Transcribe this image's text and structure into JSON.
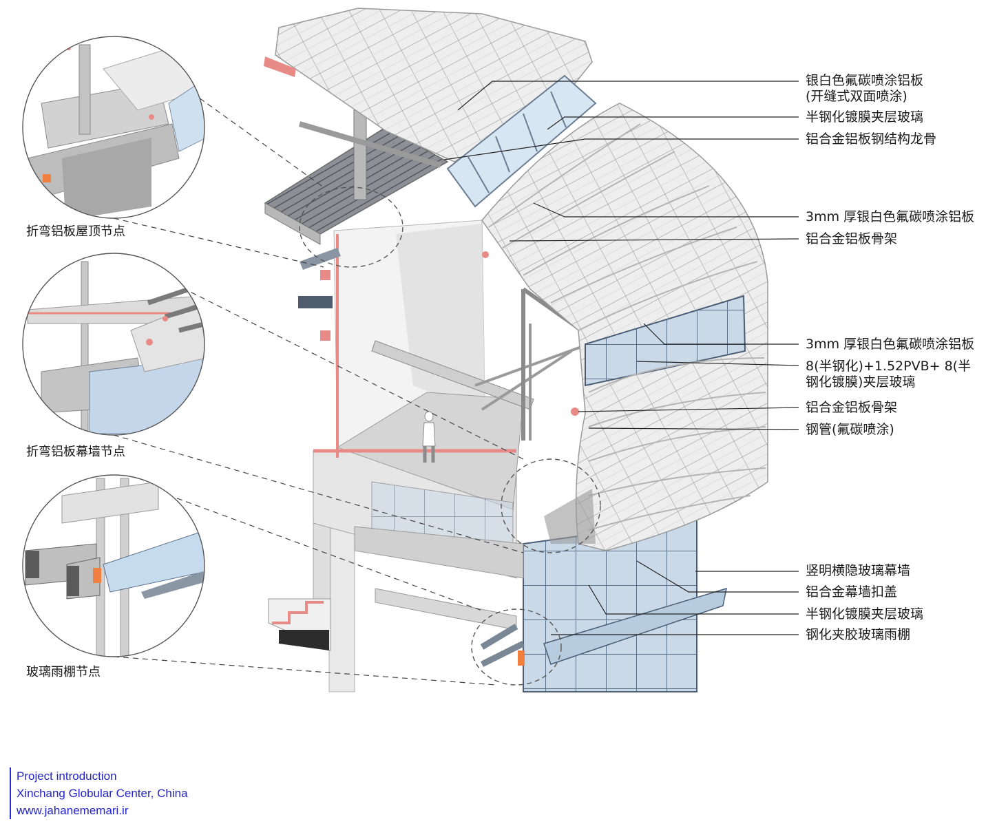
{
  "callouts": [
    {
      "text": "银白色氟碳喷涂铝板"
    },
    {
      "text": "(开缝式双面喷涂)"
    },
    {
      "text": "半钢化镀膜夹层玻璃"
    },
    {
      "text": "铝合金铝板钢结构龙骨"
    },
    {
      "text": "3mm 厚银白色氟碳喷涂铝板"
    },
    {
      "text": "铝合金铝板骨架"
    },
    {
      "text": "3mm 厚银白色氟碳喷涂铝板"
    },
    {
      "text": "8(半钢化)+1.52PVB+ 8(半"
    },
    {
      "text": "钢化镀膜)夹层玻璃"
    },
    {
      "text": "铝合金铝板骨架"
    },
    {
      "text": "钢管(氟碳喷涂)"
    },
    {
      "text": "竖明横隐玻璃幕墙"
    },
    {
      "text": "铝合金幕墙扣盖"
    },
    {
      "text": "半钢化镀膜夹层玻璃"
    },
    {
      "text": "钢化夹胶玻璃雨棚"
    }
  ],
  "details": [
    {
      "title": "折弯铝板屋顶节点"
    },
    {
      "title": "折弯铝板幕墙节点"
    },
    {
      "title": "玻璃雨棚节点"
    }
  ],
  "credits": {
    "line1": "Project introduction",
    "line2": "Xinchang Globular Center, China",
    "line3": "www.jahanememari.ir"
  },
  "colors": {
    "accent_pink": "#e88a86",
    "accent_orange": "#f08040",
    "glass_blue": "#a9c4dd",
    "credit_blue": "#2323c8"
  }
}
